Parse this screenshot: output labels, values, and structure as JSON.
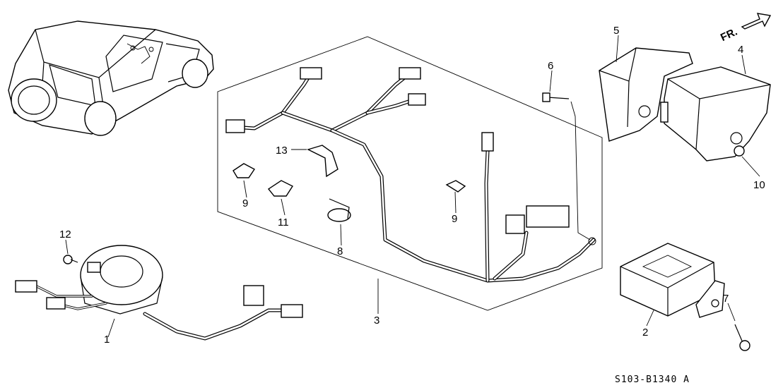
{
  "diagram": {
    "direction_label": "FR.",
    "figure_code": "S103-B1340 A",
    "callouts": [
      {
        "id": "c1",
        "label": "1"
      },
      {
        "id": "c2",
        "label": "2"
      },
      {
        "id": "c3",
        "label": "3"
      },
      {
        "id": "c4",
        "label": "4"
      },
      {
        "id": "c5",
        "label": "5"
      },
      {
        "id": "c6",
        "label": "6"
      },
      {
        "id": "c7",
        "label": "7"
      },
      {
        "id": "c8",
        "label": "8"
      },
      {
        "id": "c9a",
        "label": "9"
      },
      {
        "id": "c9b",
        "label": "9"
      },
      {
        "id": "c10",
        "label": "10"
      },
      {
        "id": "c11",
        "label": "11"
      },
      {
        "id": "c12",
        "label": "12"
      },
      {
        "id": "c13",
        "label": "13"
      }
    ]
  }
}
